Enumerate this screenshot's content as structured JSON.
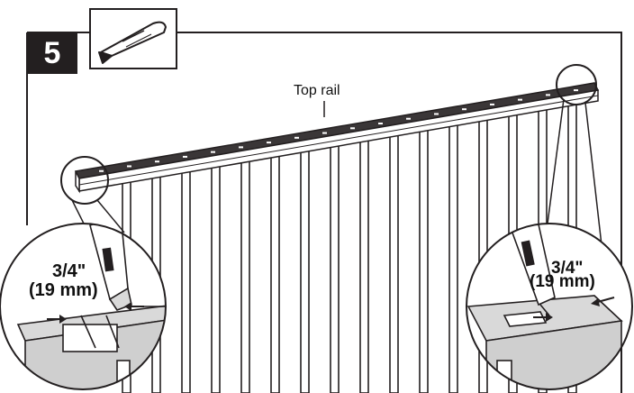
{
  "step": {
    "number": "5"
  },
  "labels": {
    "top_rail": "Top rail",
    "left_dimension_imperial": "3/4\"",
    "left_dimension_metric": "(19 mm)",
    "right_dimension_imperial": "3/4\"",
    "right_dimension_metric": "(19 mm)"
  },
  "icons": {
    "tool": "utility-knife-icon"
  },
  "colors": {
    "ink": "#231f20",
    "rail_top": "#3a3637",
    "background": "#ffffff"
  }
}
